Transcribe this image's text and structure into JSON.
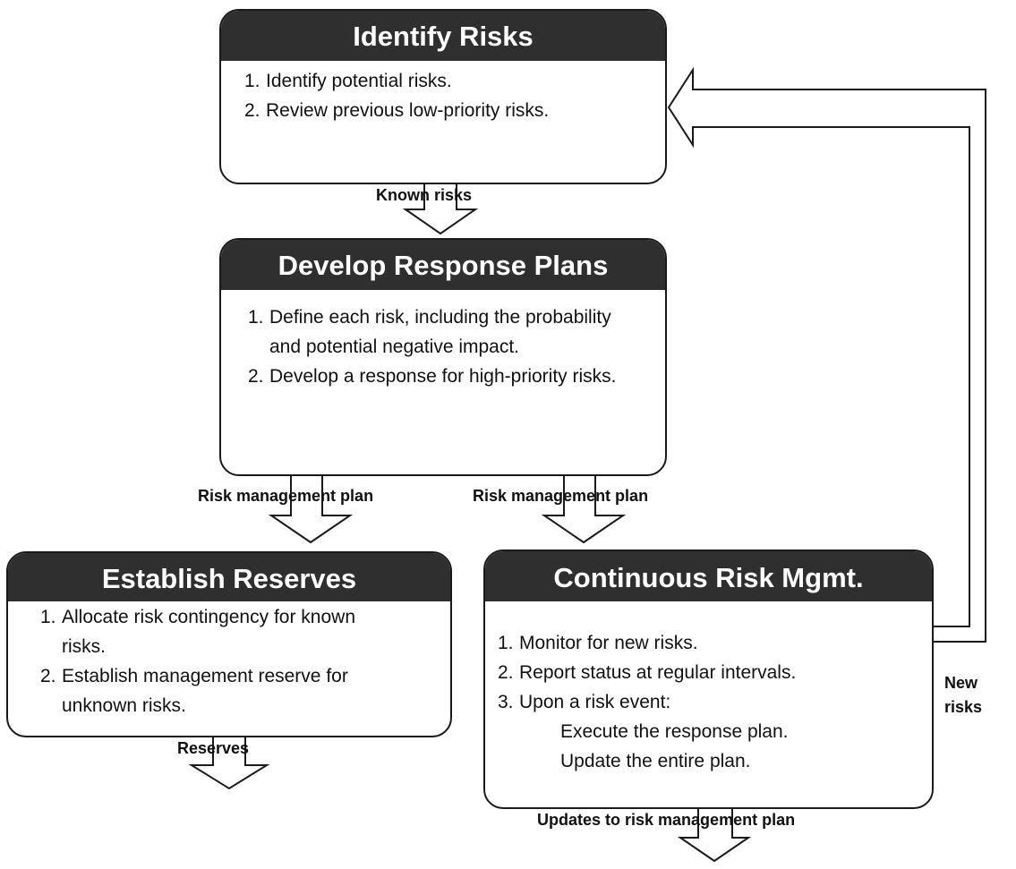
{
  "boxes": {
    "identify": {
      "title": "Identify Risks",
      "items": [
        {
          "num": "1.",
          "text": "Identify potential risks."
        },
        {
          "num": "2.",
          "text": "Review previous low-priority risks."
        }
      ]
    },
    "develop": {
      "title": "Develop Response Plans",
      "items": [
        {
          "num": "1.",
          "text": "Define each risk, including the probability and potential negative impact."
        },
        {
          "num": "2.",
          "text": "Develop a response for high-priority risks."
        }
      ]
    },
    "reserves": {
      "title": "Establish Reserves",
      "items": [
        {
          "num": "1.",
          "text": "Allocate risk contingency for known risks."
        },
        {
          "num": "2.",
          "text": "Establish management reserve for unknown risks."
        }
      ]
    },
    "continuous": {
      "title": "Continuous Risk Mgmt.",
      "items": [
        {
          "num": "1.",
          "text": "Monitor for new risks."
        },
        {
          "num": "2.",
          "text": "Report status at regular intervals."
        },
        {
          "num": "3.",
          "text": "Upon a risk event:"
        }
      ],
      "subitems": [
        "Execute the response plan.",
        "Update the entire plan."
      ]
    }
  },
  "labels": {
    "known_risks": "Known risks",
    "risk_plan_left": "Risk management plan",
    "risk_plan_right": "Risk management plan",
    "reserves": "Reserves",
    "updates": "Updates to risk management plan",
    "new_risks_line1": "New",
    "new_risks_line2": "risks"
  },
  "colors": {
    "header": "#2f2f2f",
    "border": "#1a1a1a",
    "header_text": "#ffffff"
  }
}
